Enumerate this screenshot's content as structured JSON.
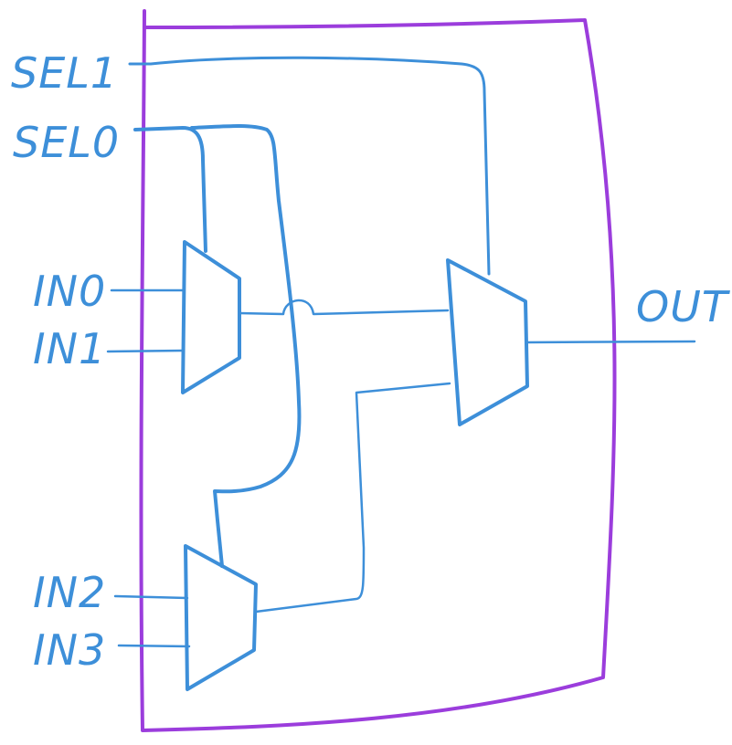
{
  "colors": {
    "ink": "#3d8fd9",
    "border": "#9b3ddc",
    "background": "#ffffff"
  },
  "labels": {
    "sel1": "SEL1",
    "sel0": "SEL0",
    "in0": "IN0",
    "in1": "IN1",
    "in2": "IN2",
    "in3": "IN3",
    "out": "OUT"
  }
}
